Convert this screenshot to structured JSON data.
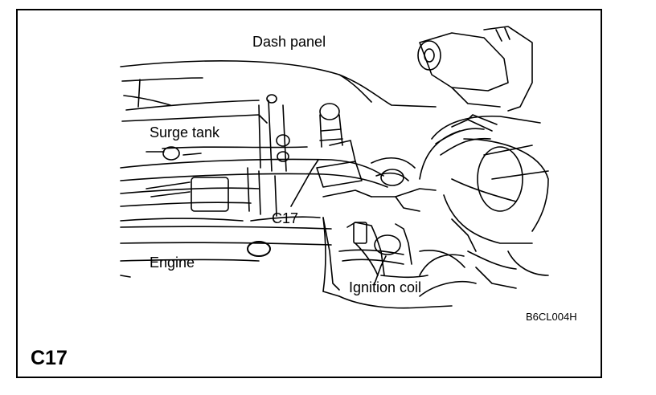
{
  "figure": {
    "labels": {
      "dash_panel": "Dash panel",
      "surge_tank": "Surge tank",
      "connector": "C17",
      "engine": "Engine",
      "ignition_coil": "Ignition coil"
    },
    "figure_code": "B6CL004H",
    "section_id": "C17"
  }
}
